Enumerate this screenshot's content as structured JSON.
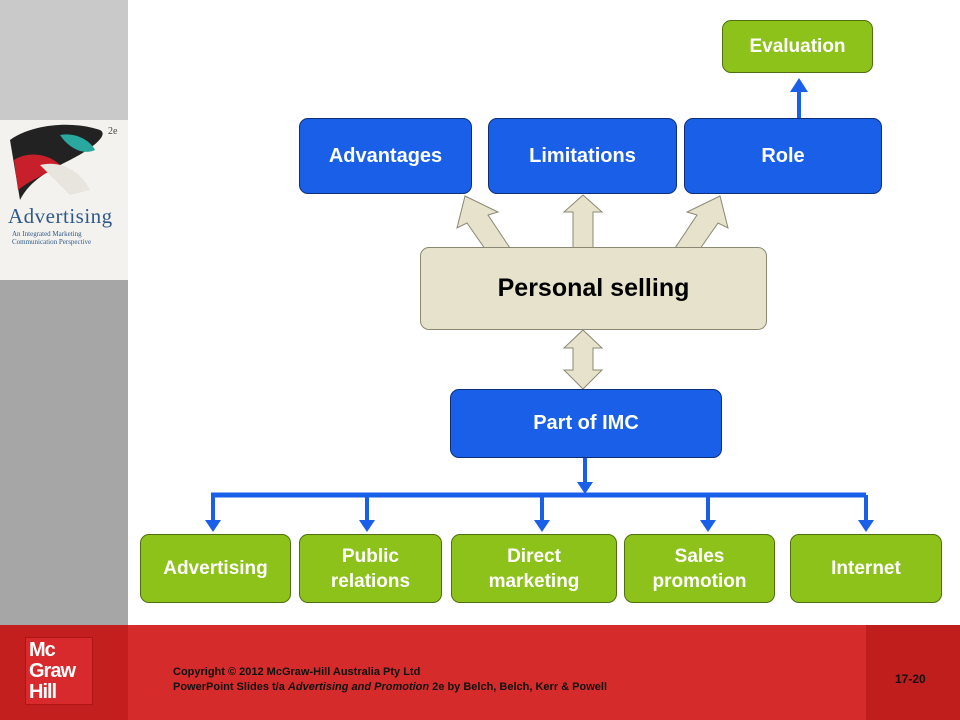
{
  "book": {
    "title": "Advertising",
    "subtitle": "An Integrated Marketing Communication Perspective",
    "edition": "2e"
  },
  "diagram": {
    "top_node": "Evaluation",
    "row_nodes": [
      "Advantages",
      "Limitations",
      "Role"
    ],
    "center_node": "Personal selling",
    "imc_node": "Part of IMC",
    "bottom_nodes": [
      "Advertising",
      "Public relations",
      "Direct marketing",
      "Sales promotion",
      "Internet"
    ]
  },
  "footer": {
    "logo": "Mc Graw Hill",
    "line1": "Copyright © 2012 McGraw-Hill Australia Pty Ltd",
    "line2_prefix": "PowerPoint Slides t/a ",
    "line2_italic": "Advertising and Promotion",
    "line2_suffix": " 2e by Belch, Belch, Kerr & Powell",
    "slide_number": "17-20"
  },
  "colors": {
    "blue_box": "#1a5fe8",
    "green_box": "#8dc21b",
    "tan_box": "#e6e2cc",
    "footer_red": "#d52b2b"
  }
}
